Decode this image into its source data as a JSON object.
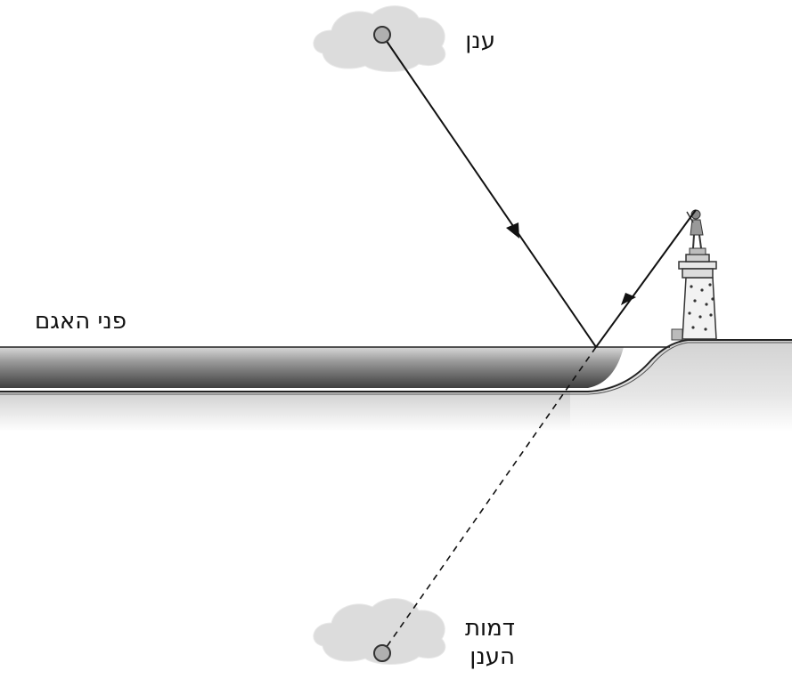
{
  "labels": {
    "cloud": "ענן",
    "lake_surface": "פני האגם",
    "cloud_image": "דמות הענן"
  },
  "colors": {
    "ray": "#111111",
    "cloud_fill": "#dcdcdc",
    "point_fill": "#b0b0b0",
    "ground_fill": "#d0d0d0",
    "water_dark": "#4a4a4a",
    "water_light": "#e0e0e0"
  }
}
